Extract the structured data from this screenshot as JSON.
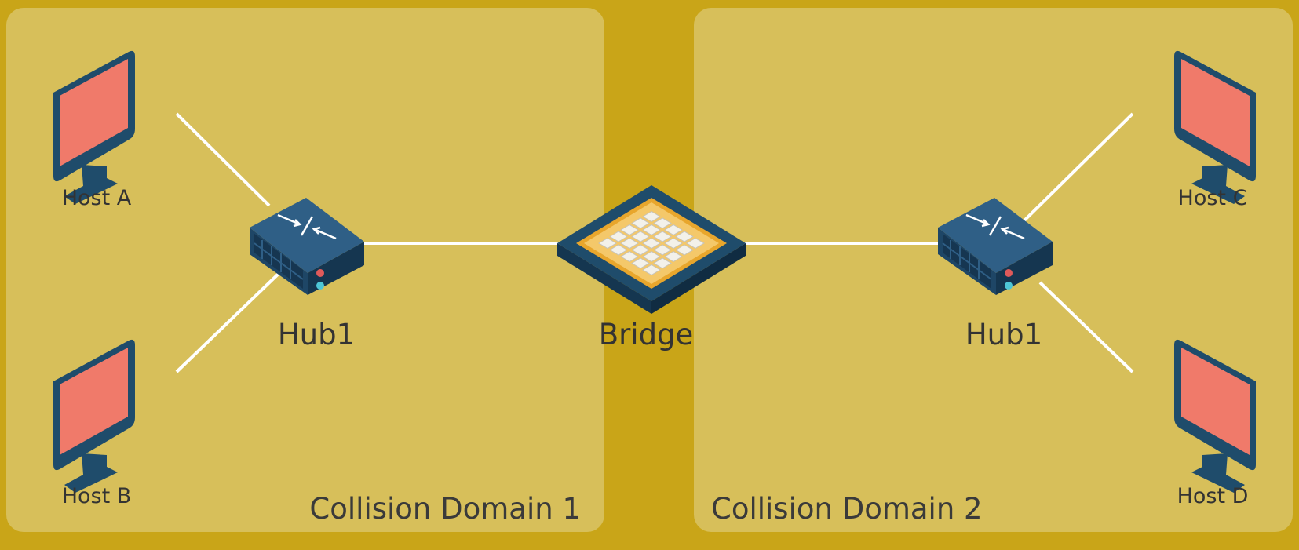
{
  "domains": [
    {
      "label": "Collision Domain 1"
    },
    {
      "label": "Collision Domain 2"
    }
  ],
  "hosts": {
    "a": "Host A",
    "b": "Host B",
    "c": "Host C",
    "d": "Host D"
  },
  "hubs": {
    "left": "Hub1",
    "right": "Hub1"
  },
  "bridge": "Bridge",
  "colors": {
    "background": "#c9a518",
    "domain_fill": "#d7bf5a",
    "device_navy": "#1f4c6b",
    "screen": "#f07a6a",
    "link_line": "#ffffff",
    "bridge_accent": "#e8a62c"
  },
  "icons": [
    "monitor-icon",
    "hub-icon",
    "bridge-icon"
  ]
}
